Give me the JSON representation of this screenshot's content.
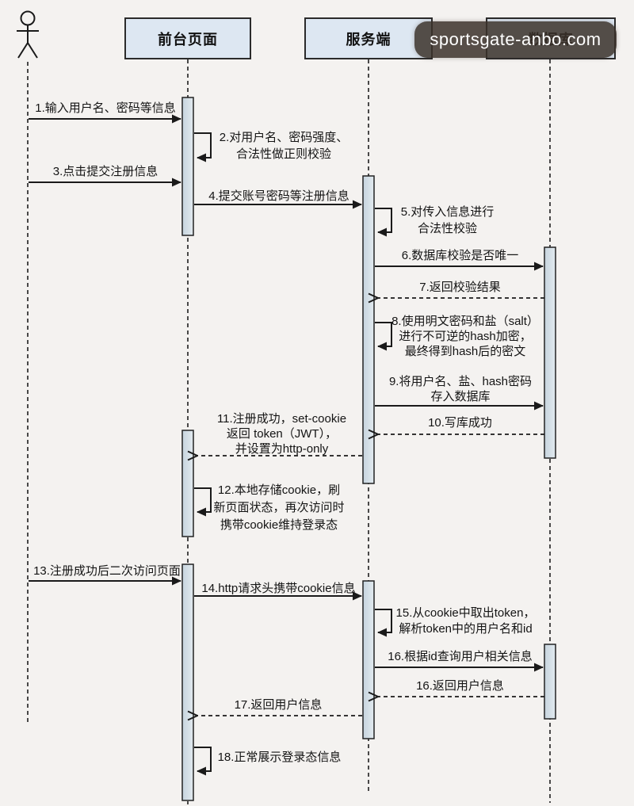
{
  "lifelines": {
    "frontend": {
      "label": "前台页面"
    },
    "server": {
      "label": "服务端"
    },
    "database": {
      "label": "数据库"
    }
  },
  "watermark": {
    "text": "sportsgate-anbo.com"
  },
  "messages": [
    {
      "n": "1",
      "label": "1.输入用户名、密码等信息",
      "from": "user",
      "to": "frontend",
      "style": "solid"
    },
    {
      "n": "2",
      "label": "2.对用户名、密码强度、\n合法性做正则校验",
      "from": "frontend",
      "to": "frontend",
      "style": "self"
    },
    {
      "n": "3",
      "label": "3.点击提交注册信息",
      "from": "user",
      "to": "frontend",
      "style": "solid"
    },
    {
      "n": "4",
      "label": "4.提交账号密码等注册信息",
      "from": "frontend",
      "to": "server",
      "style": "solid"
    },
    {
      "n": "5",
      "label": "5.对传入信息进行\n合法性校验",
      "from": "server",
      "to": "server",
      "style": "self"
    },
    {
      "n": "6",
      "label": "6.数据库校验是否唯一",
      "from": "server",
      "to": "database",
      "style": "solid"
    },
    {
      "n": "7",
      "label": "7.返回校验结果",
      "from": "database",
      "to": "server",
      "style": "dashed"
    },
    {
      "n": "8",
      "label": "8.使用明文密码和盐（salt）\n进行不可逆的hash加密，\n最终得到hash后的密文",
      "from": "server",
      "to": "server",
      "style": "self"
    },
    {
      "n": "9",
      "label": "9.将用户名、盐、hash密码\n存入数据库",
      "from": "server",
      "to": "database",
      "style": "solid"
    },
    {
      "n": "10",
      "label": "10.写库成功",
      "from": "database",
      "to": "server",
      "style": "dashed"
    },
    {
      "n": "11",
      "label": "11.注册成功，set-cookie\n返回 token（JWT），\n并设置为http-only",
      "from": "server",
      "to": "frontend",
      "style": "dashed"
    },
    {
      "n": "12",
      "label": "12.本地存储cookie，刷\n新页面状态，再次访问时\n携带cookie维持登录态",
      "from": "frontend",
      "to": "frontend",
      "style": "self"
    },
    {
      "n": "13",
      "label": "13.注册成功后二次访问页面",
      "from": "user",
      "to": "frontend",
      "style": "solid"
    },
    {
      "n": "14",
      "label": "14.http请求头携带cookie信息",
      "from": "frontend",
      "to": "server",
      "style": "solid"
    },
    {
      "n": "15",
      "label": "15.从cookie中取出token，\n解析token中的用户名和id",
      "from": "server",
      "to": "server",
      "style": "self"
    },
    {
      "n": "16",
      "label": "16.根据id查询用户相关信息",
      "from": "server",
      "to": "database",
      "style": "solid"
    },
    {
      "n": "16b",
      "label": "16.返回用户信息",
      "from": "database",
      "to": "server",
      "style": "dashed"
    },
    {
      "n": "17",
      "label": "17.返回用户信息",
      "from": "server",
      "to": "frontend",
      "style": "dashed"
    },
    {
      "n": "18",
      "label": "18.正常展示登录态信息",
      "from": "frontend",
      "to": "frontend",
      "style": "self"
    }
  ],
  "colors": {
    "background": "#f4f2f0",
    "box_fill": "#dde7f2",
    "bar_fill_left": "#c6d4de",
    "bar_fill_right": "#e2eaef",
    "line": "#2b2b2b",
    "watermark_bg": "#3b312a",
    "watermark_fg": "#ffffff"
  }
}
